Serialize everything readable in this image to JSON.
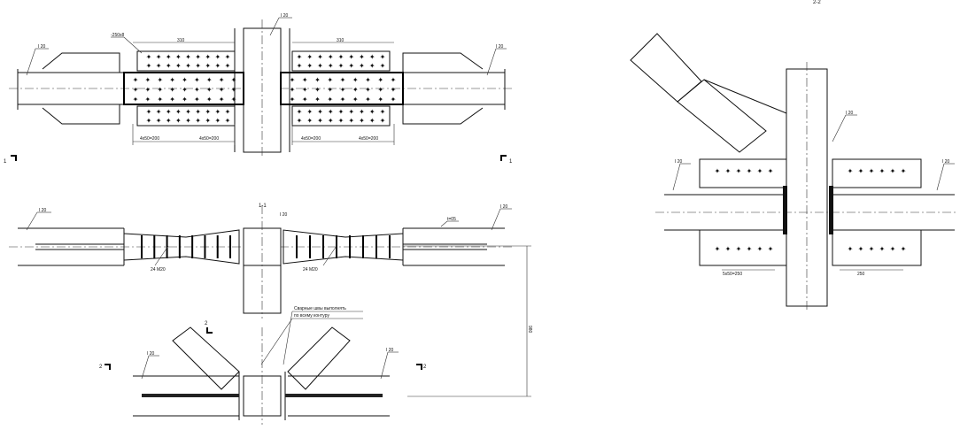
{
  "labels": {
    "plan_left_member": "I 20",
    "plan_right_member": "I 20",
    "plan_column": "I 20",
    "plan_plate": "-250x8",
    "plan_top_dim": "310",
    "plan_dim_a": "4x50=200",
    "plan_dim_b": "4x50=200",
    "section_1": "1",
    "elev_title": "1-1",
    "elev_column": "I 20",
    "elev_left_member": "I 20",
    "elev_right_member": "I 20",
    "elev_gap": "t=05",
    "elev_bolts": "24 M20",
    "elev_height": "980",
    "brace_note_1": "Сварные швы выполнять",
    "brace_note_2": "по всему контуру",
    "section_2": "2",
    "brace_left_member": "I 20",
    "brace_right_member": "I 20",
    "node_title": "2-2",
    "node_column": "I 20",
    "node_left_member": "I 20",
    "node_right_member": "I 20",
    "node_dim": "5x50=250",
    "node_dim_right": "250"
  },
  "bolt_symbol": "✦"
}
